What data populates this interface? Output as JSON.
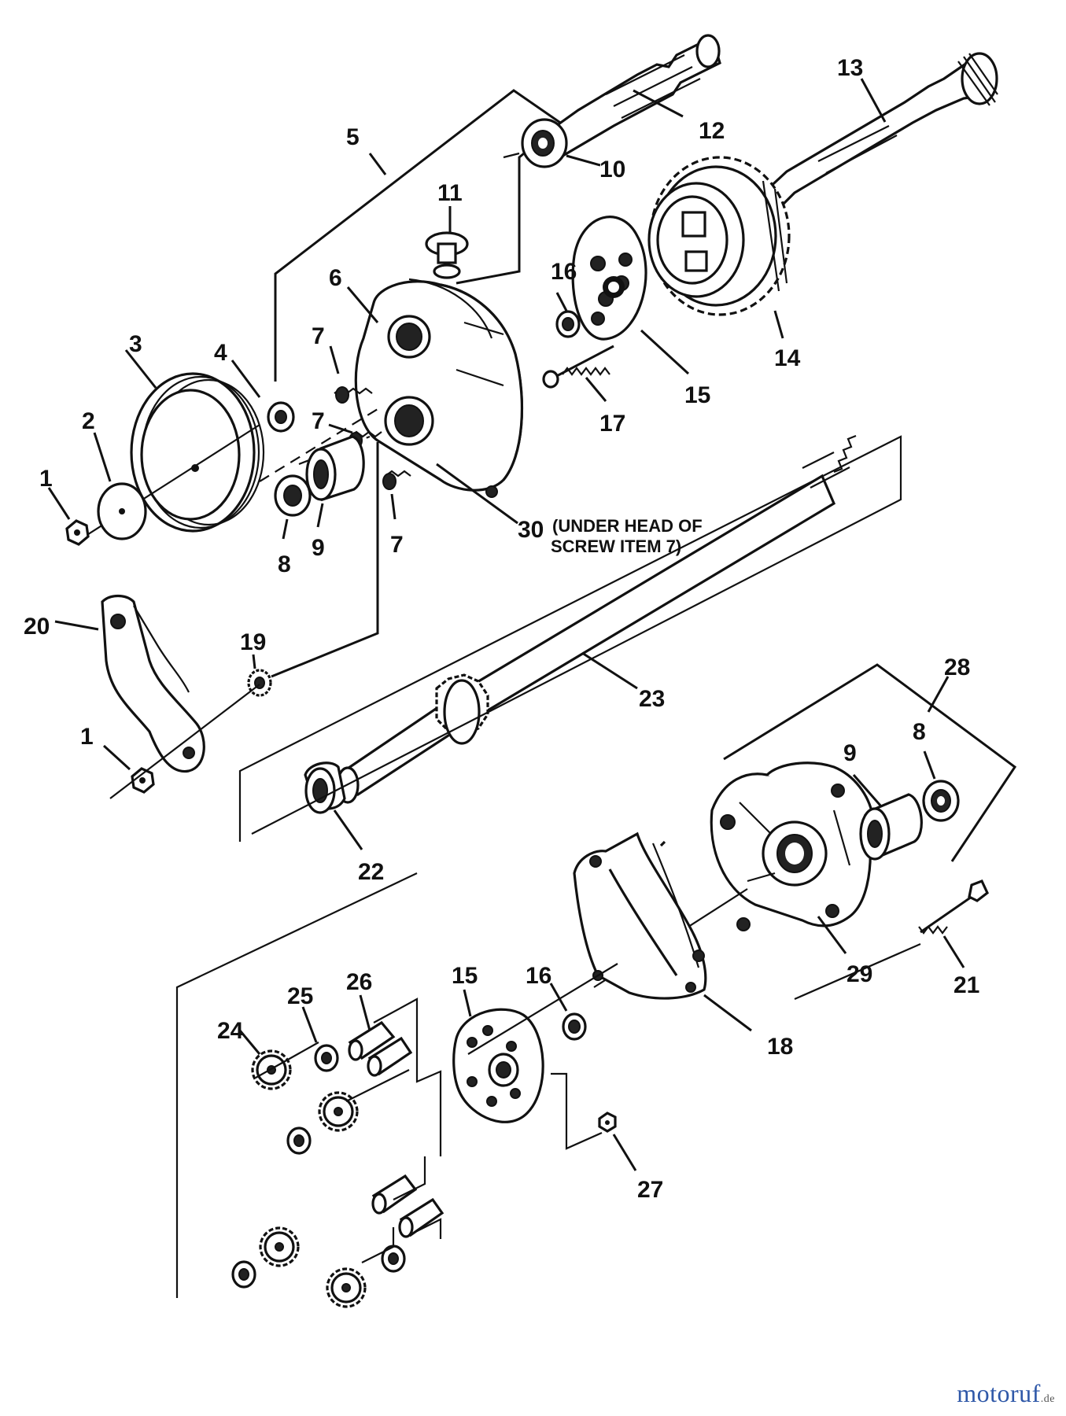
{
  "labels": {
    "1": "1",
    "2": "2",
    "3": "3",
    "4": "4",
    "5": "5",
    "6": "6",
    "7": "7",
    "8": "8",
    "9": "9",
    "10": "10",
    "11": "11",
    "12": "12",
    "13": "13",
    "14": "14",
    "15": "15",
    "16": "16",
    "17": "17",
    "18": "18",
    "19": "19",
    "20": "20",
    "21": "21",
    "22": "22",
    "23": "23",
    "24": "24",
    "25": "25",
    "26": "26",
    "27": "27",
    "28": "28",
    "29": "29",
    "30": "30"
  },
  "note": {
    "line1": "(UNDER HEAD OF",
    "line2": "SCREW ITEM 7)"
  },
  "watermark": {
    "main": "motoruf",
    "suffix": ".de"
  }
}
